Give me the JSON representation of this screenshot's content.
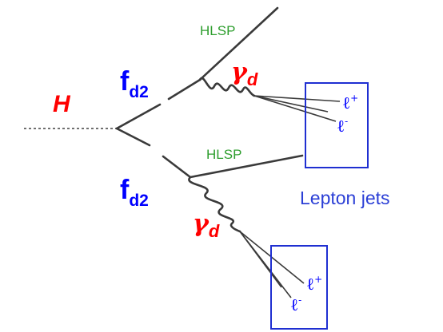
{
  "labels": {
    "higgs": "H",
    "fermion_upper": {
      "main": "f",
      "sub": "d2"
    },
    "fermion_lower": {
      "main": "f",
      "sub": "d2"
    },
    "dark_photon_upper": {
      "main": "γ",
      "sub": "d"
    },
    "dark_photon_lower": {
      "main": "γ",
      "sub": "d"
    },
    "hlsp_upper": "HLSP",
    "hlsp_lower": "HLSP",
    "lepton_jets": "Lepton jets"
  },
  "jet_upper": {
    "lepton_plus": {
      "main": "ℓ",
      "sup": "+"
    },
    "lepton_minus": {
      "main": "ℓ",
      "sup": "-"
    }
  },
  "jet_lower": {
    "lepton_plus": {
      "main": "ℓ",
      "sup": "+"
    },
    "lepton_minus": {
      "main": "ℓ",
      "sup": "-"
    }
  },
  "colors": {
    "higgs": "#ff0000",
    "fermion": "#0000ff",
    "dark_photon": "#ff0000",
    "hlsp": "#2e9e2e",
    "lepton": "#0000ff",
    "lepton_jets_label": "#2b3fd6",
    "box": "#1f2fd1",
    "lines": "#3a3a3a"
  }
}
